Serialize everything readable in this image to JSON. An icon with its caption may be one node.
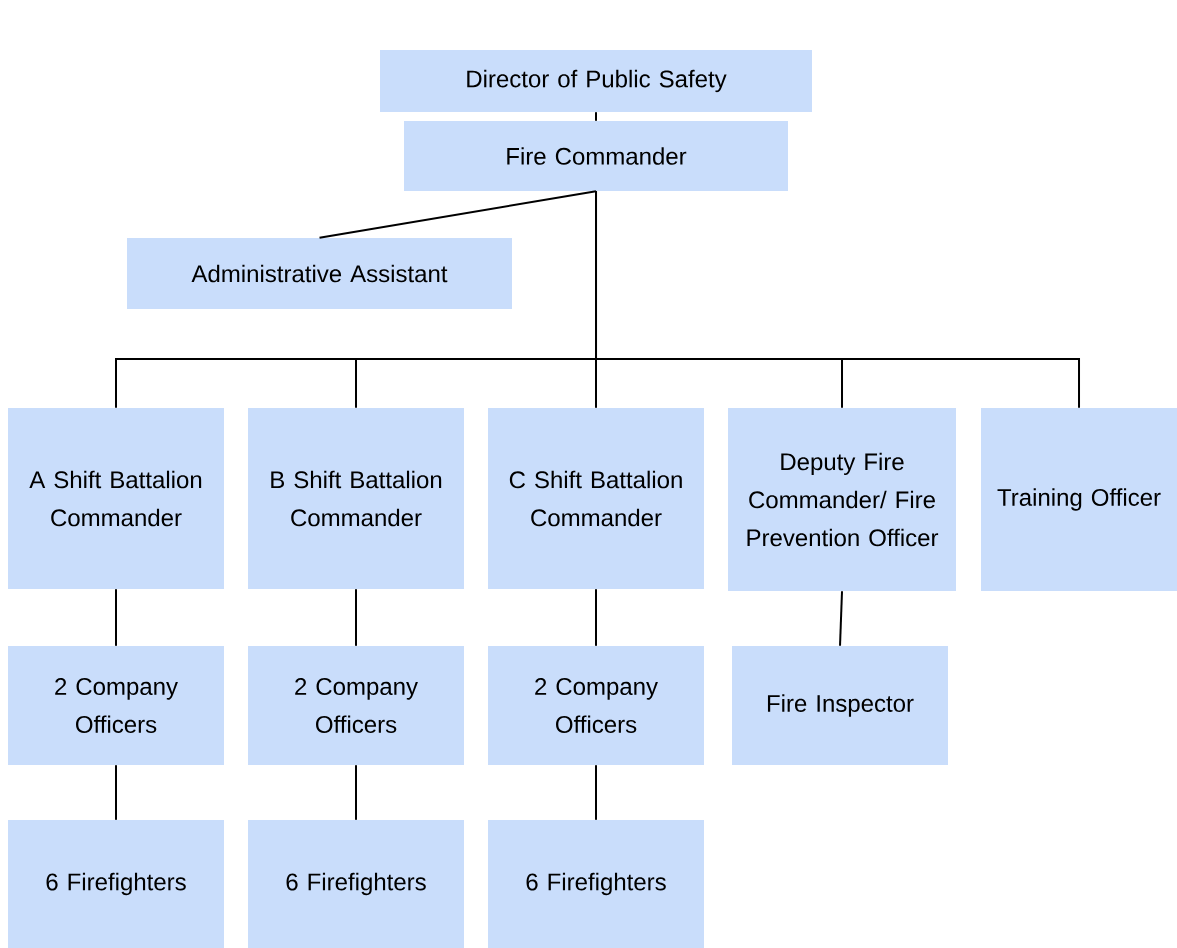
{
  "diagram": {
    "nodes": [
      {
        "text": [
          "Director of Public Safety"
        ]
      },
      {
        "text": [
          "Fire Commander"
        ]
      },
      {
        "text": [
          "Administrative Assistant"
        ]
      },
      {
        "text": [
          "A Shift Battalion Commander"
        ]
      },
      {
        "text": [
          "B Shift Battalion Commander"
        ]
      },
      {
        "text": [
          "C Shift Battalion Commander"
        ]
      },
      {
        "text": [
          "Deputy Fire Commander/ Fire Prevention Officer"
        ]
      },
      {
        "text": [
          "Training Officer"
        ]
      },
      {
        "text": [
          "2 Company Officers"
        ]
      },
      {
        "text": [
          "2 Company Officers"
        ]
      },
      {
        "text": [
          "2 Company Officers"
        ]
      },
      {
        "text": [
          "Fire Inspector"
        ]
      },
      {
        "text": [
          "6 Firefighters"
        ]
      },
      {
        "text": [
          "6 Firefighters"
        ]
      },
      {
        "text": [
          "6 Firefighters"
        ]
      }
    ],
    "edges": [
      {
        "from": 0,
        "to": 1,
        "arrow": "none"
      },
      {
        "from": 1,
        "to": 2,
        "arrow": "none"
      },
      {
        "from": 1,
        "to": 3,
        "arrow": "none"
      },
      {
        "from": 1,
        "to": 4,
        "arrow": "none"
      },
      {
        "from": 1,
        "to": 5,
        "arrow": "none"
      },
      {
        "from": 1,
        "to": 6,
        "arrow": "none"
      },
      {
        "from": 1,
        "to": 7,
        "arrow": "none"
      },
      {
        "from": 3,
        "to": 8,
        "arrow": "none"
      },
      {
        "from": 4,
        "to": 9,
        "arrow": "none"
      },
      {
        "from": 5,
        "to": 10,
        "arrow": "none"
      },
      {
        "from": 6,
        "to": 11,
        "arrow": "none"
      },
      {
        "from": 8,
        "to": 12,
        "arrow": "none"
      },
      {
        "from": 9,
        "to": 13,
        "arrow": "none"
      },
      {
        "from": 10,
        "to": 14,
        "arrow": "none"
      }
    ]
  }
}
